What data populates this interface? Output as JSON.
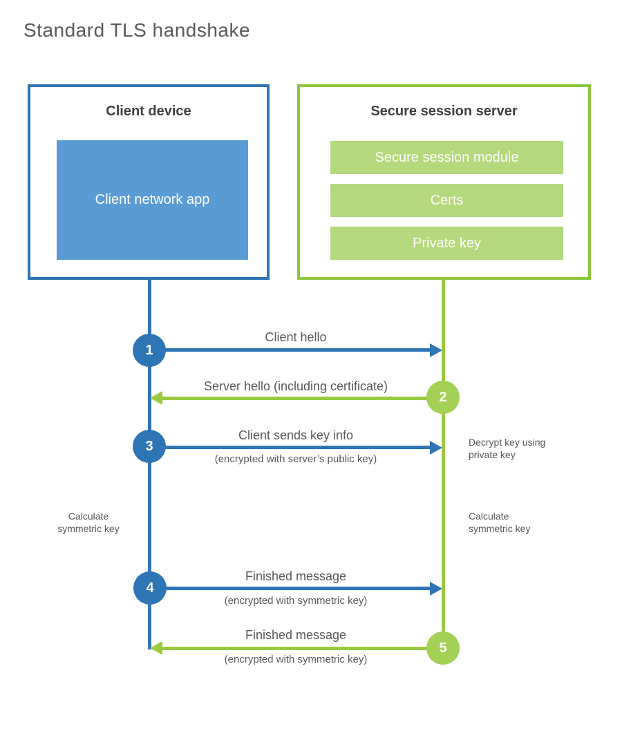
{
  "colors": {
    "blue": "#2E75B6",
    "blue_fill": "#5B9BD5",
    "green": "#9ACB3E",
    "green_border": "#8DC63F",
    "green_fill": "#B4D87C",
    "green_circle": "#A3D155",
    "heading_text": "#3D4043",
    "label_text": "#55575B",
    "title_text": "#58595B"
  },
  "title": "Standard TLS handshake",
  "client_box": {
    "title": "Client device",
    "app_label": "Client network app"
  },
  "server_box": {
    "title": "Secure session server",
    "modules": [
      "Secure session module",
      "Certs",
      "Private key"
    ]
  },
  "steps": [
    {
      "number": "1",
      "label": "Client hello"
    },
    {
      "number": "2",
      "label": "Server hello (including certificate)"
    },
    {
      "number": "3",
      "label": "Client sends key info",
      "sublabel": "(encrypted with server’s public key)"
    },
    {
      "number": "4",
      "label": "Finished message",
      "sublabel": "(encrypted with symmetric key)"
    },
    {
      "number": "5",
      "label": "Finished message",
      "sublabel": "(encrypted with symmetric key)"
    }
  ],
  "notes": {
    "decrypt_key": "Decrypt key using\nprivate key",
    "calculate_left": "Calculate\nsymmetric key",
    "calculate_right": "Calculate\nsymmetric key"
  }
}
